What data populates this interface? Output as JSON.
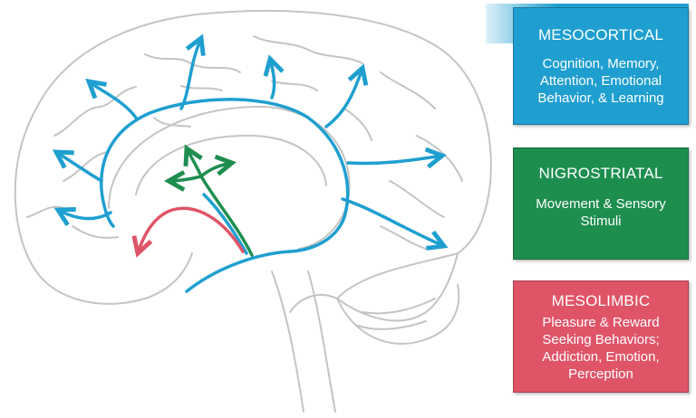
{
  "pathways": [
    {
      "id": "mesocortical",
      "title": "MESOCORTICAL",
      "description": "Cognition, Memory,\nAttention, Emotional\nBehavior, & Learning",
      "color": "#1f9fd0",
      "icon": "blue-arrow-network"
    },
    {
      "id": "nigrostriatal",
      "title": "NIGROSTRIATAL",
      "description": "Movement & Sensory\nStimuli",
      "color": "#1e8e4f",
      "icon": "green-arrow-network"
    },
    {
      "id": "mesolimbic",
      "title": "MESOLIMBIC",
      "description": "Pleasure & Reward\nSeeking Behaviors;\nAddiction, Emotion,\nPerception",
      "color": "#e05468",
      "icon": "red-arrow-network"
    }
  ],
  "colors": {
    "brain_outline": "#c4c4c4",
    "background": "#ffffff"
  }
}
